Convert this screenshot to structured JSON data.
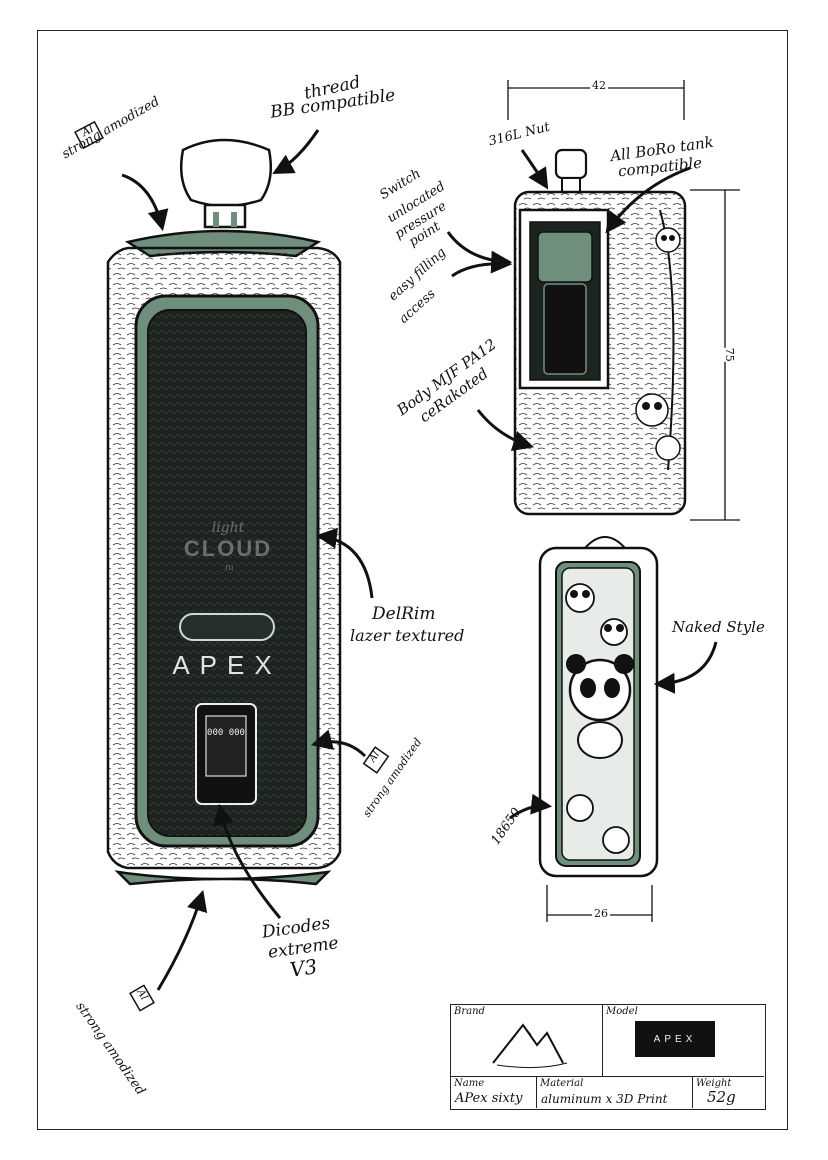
{
  "annotations": {
    "bb_thread": "thread",
    "bb_compatible": "BB compatible",
    "al_top_badge": "Al",
    "al_top_text": "strong amodized",
    "nut": "316L Nut",
    "boro_line1": "All BoRo tank",
    "boro_line2": "compatible",
    "switch_line1": "Switch",
    "switch_line2": "unlocated",
    "switch_line3": "pressure",
    "switch_line4": "point",
    "filling_line1": "easy filling",
    "filling_line2": "access",
    "body_line1": "Body MJF PA12",
    "body_line2": "ceRakoted",
    "delrim_line1": "DelRim",
    "delrim_line2": "lazer textured",
    "al_mid_badge": "Al",
    "al_mid_text": "strong amodized",
    "naked": "Naked Style",
    "battery": "18650",
    "dicodes_line1": "Dicodes",
    "dicodes_line2": "extreme",
    "dicodes_line3": "V3",
    "al_bottom_badge": "Al",
    "al_bottom_text": "strong amodized",
    "front_logo": "APEX",
    "screen_text": "000 000",
    "watermark_line1": "light",
    "watermark_line2": "CLOUD",
    "watermark_line3": ".ru"
  },
  "dimensions": {
    "width_top": "42",
    "height_side": "75",
    "width_bottom": "26"
  },
  "title_block": {
    "brand_label": "Brand",
    "model_label": "Model",
    "model_logo": "APEX",
    "name_label": "Name",
    "name_value": "APex sixty",
    "material_label": "Material",
    "material_value": "aluminum x 3D Print",
    "weight_label": "Weight",
    "weight_value": "52g"
  },
  "colors": {
    "accent_green": "#6f8f7c",
    "ink": "#111111"
  }
}
